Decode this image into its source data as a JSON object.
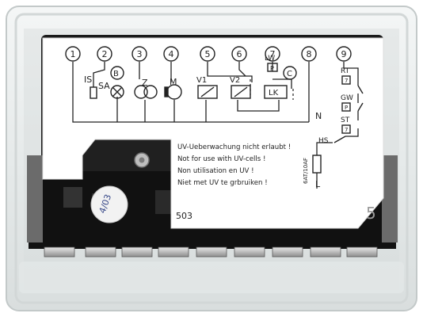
{
  "terminals": [
    "1",
    "2",
    "3",
    "4",
    "5",
    "6",
    "7",
    "8",
    "9"
  ],
  "components": {
    "is": "IS",
    "sa": "SA",
    "b": "B",
    "z": "Z",
    "m": "M",
    "v1": "V1",
    "v2": "V2",
    "lw": "LW",
    "lw_box": "P",
    "lk": "LK",
    "c": "C",
    "n": "N",
    "l": "L",
    "rt": "RT",
    "rt_box": "7",
    "gw": "GW",
    "gw_box": "P",
    "st": "ST",
    "st_box": "7",
    "hs": "HS",
    "fuse": "6AT/10AF"
  },
  "notice_lines": [
    "UV-Ueberwachung nicht erlaubt !",
    "Not for use with UV-cells !",
    "Non utilisation en UV !",
    "Niet met UV te grbruiken !"
  ],
  "model_number": "503",
  "side_digit": "5",
  "sticker_text": "4/03",
  "colors": {
    "housing": "#e9ecec",
    "label": "#ffffff",
    "base": "#151515",
    "ink": "#222222"
  }
}
